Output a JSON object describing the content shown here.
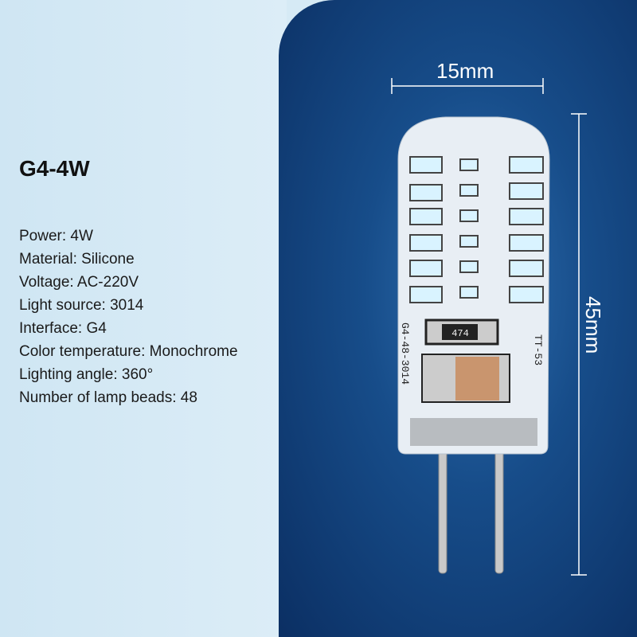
{
  "title": "G4-4W",
  "specs": [
    "Power: 4W",
    "Material: Silicone",
    "Voltage: AC-220V",
    "Light source: 3014",
    "Interface: G4",
    "Color temperature: Monochrome",
    "Lighting angle: 360°",
    "Number of lamp beads: 48"
  ],
  "dimensions": {
    "width": "15mm",
    "height": "45mm"
  },
  "bulb_markings": {
    "resistor": "474",
    "board": "G4-48-3014",
    "code": "TT-53"
  }
}
